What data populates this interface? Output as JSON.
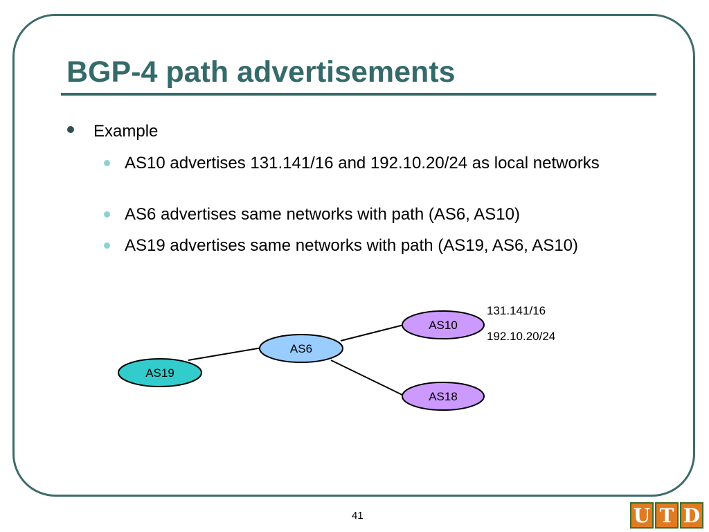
{
  "slide": {
    "title": "BGP-4 path advertisements",
    "page_number": "41",
    "colors": {
      "title": "#356a6a",
      "frame": "#3d6b6b"
    }
  },
  "bullets": {
    "level1": "Example",
    "level2": [
      "AS10 advertises 131.141/16 and 192.10.20/24 as local networks",
      "AS6 advertises same networks with path (AS6, AS10)",
      "AS19 advertises same networks with path (AS19, AS6, AS10)"
    ]
  },
  "diagram": {
    "nodes": [
      {
        "id": "AS19",
        "label": "AS19",
        "color": "#33cccc"
      },
      {
        "id": "AS6",
        "label": "AS6",
        "color": "#99ccff"
      },
      {
        "id": "AS10",
        "label": "AS10",
        "color": "#cc99ff"
      },
      {
        "id": "AS18",
        "label": "AS18",
        "color": "#cc99ff"
      }
    ],
    "edges": [
      {
        "from": "AS19",
        "to": "AS6"
      },
      {
        "from": "AS6",
        "to": "AS10"
      },
      {
        "from": "AS6",
        "to": "AS18"
      }
    ],
    "networks": [
      "131.141/16",
      "192.10.20/24"
    ]
  },
  "logo": {
    "letters": [
      "U",
      "T",
      "D"
    ]
  }
}
